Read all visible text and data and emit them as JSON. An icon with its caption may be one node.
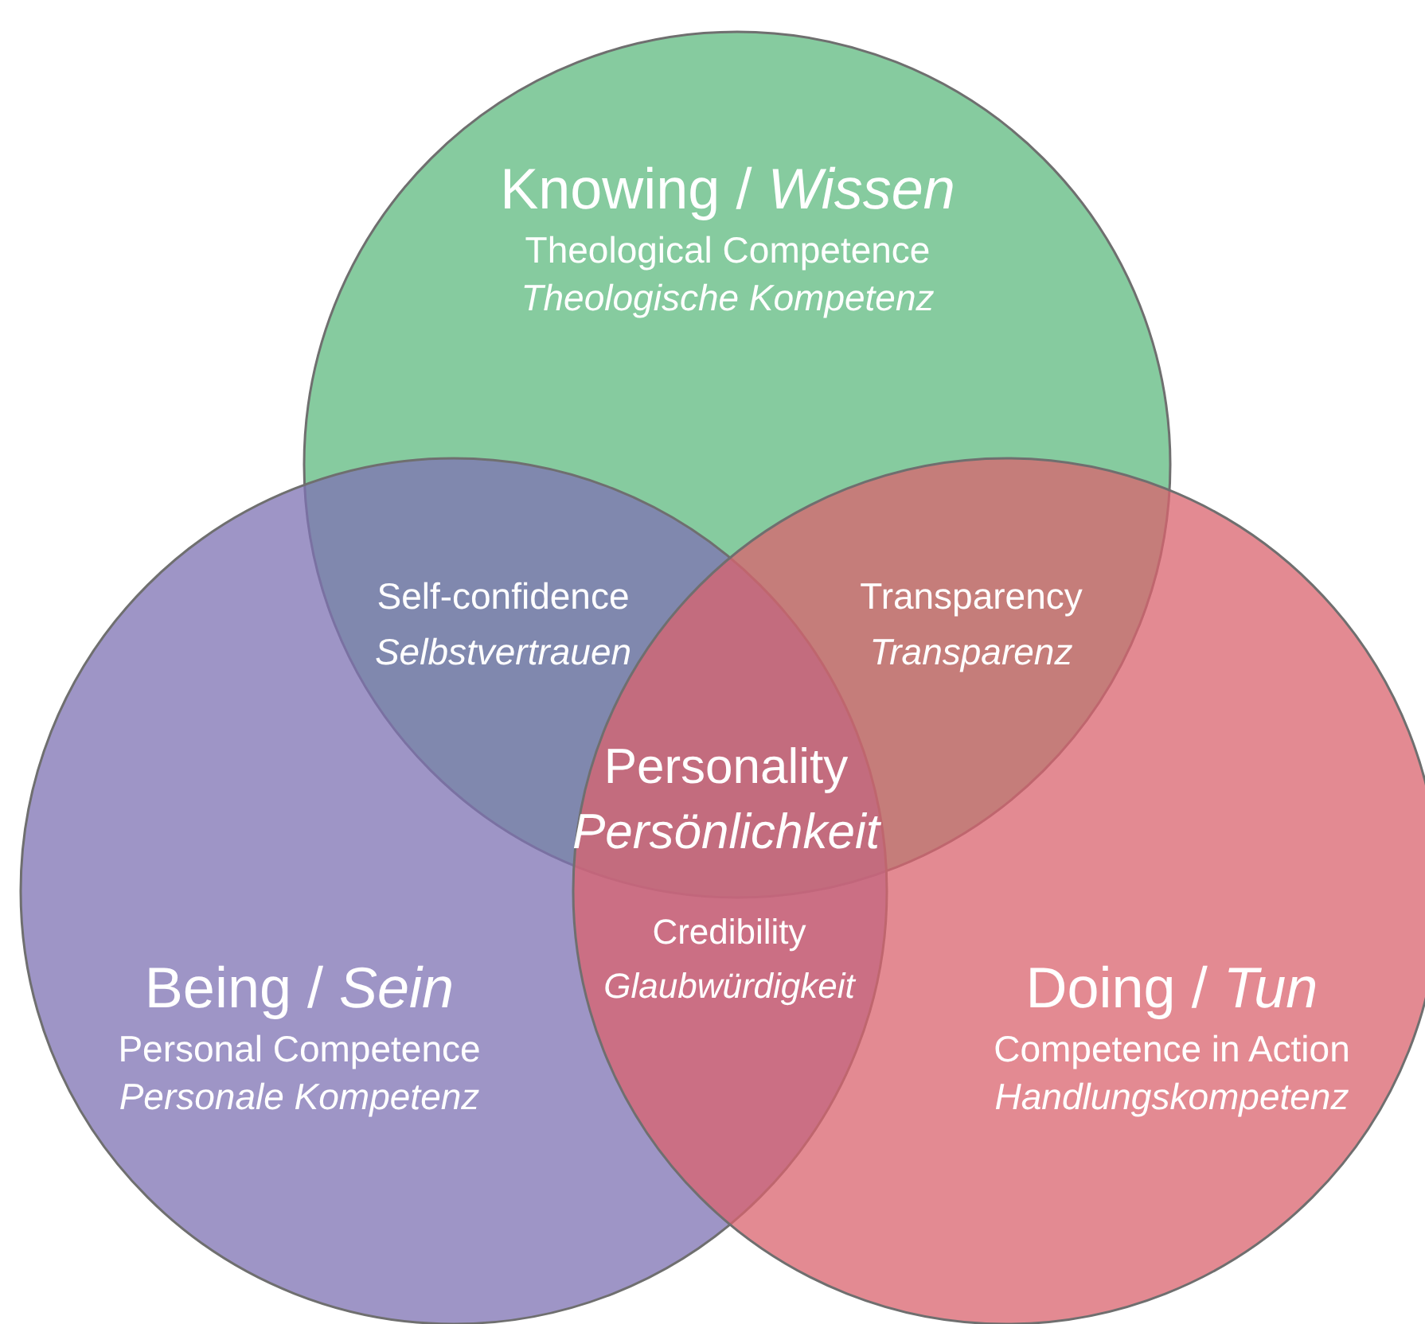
{
  "diagram": {
    "nodes": [
      {
        "text": [
          "Knowing / *Wissen*",
          "Theological Competence",
          "Theologische Kompetenz"
        ]
      },
      {
        "text": [
          "Being / *Sein*",
          "Personal Competence",
          "Personale Kompetenz"
        ]
      },
      {
        "text": [
          "Doing / *Tun*",
          "Competence in Action",
          "Handlungskompetenz"
        ]
      }
    ],
    "labels": [
      "Self-confidence",
      "Selbstvertrauen",
      "Transparency",
      "Transparenz",
      "Personality",
      "Persönlichkeit",
      "Credibility",
      "Glaubwürdigkeit"
    ]
  }
}
